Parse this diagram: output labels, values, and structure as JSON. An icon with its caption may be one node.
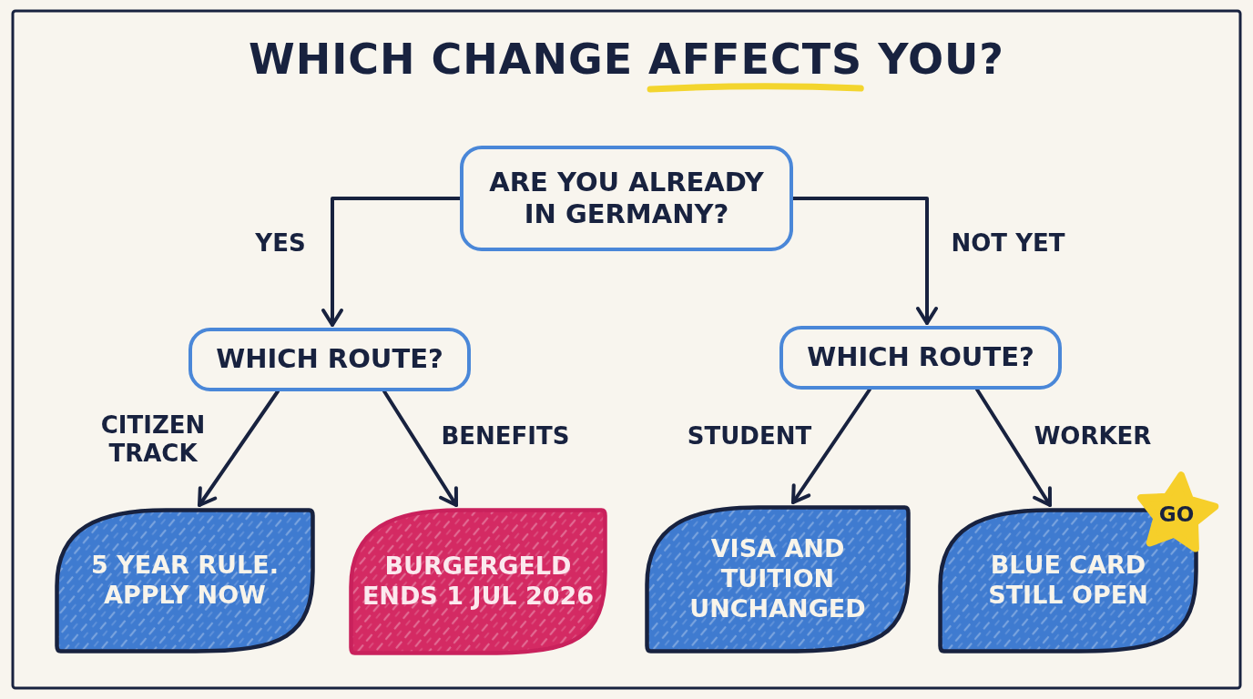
{
  "diagram": {
    "title": "WHICH CHANGE AFFECTS YOU?",
    "nodes": [
      {
        "text": [
          "ARE YOU ALREADY IN GERMANY?"
        ]
      },
      {
        "text": [
          "WHICH ROUTE?"
        ]
      },
      {
        "text": [
          "WHICH ROUTE?"
        ]
      },
      {
        "text": [
          "5 YEAR RULE. APPLY NOW"
        ]
      },
      {
        "text": [
          "BURGERGELD ENDS 1 JUL 2026"
        ]
      },
      {
        "text": [
          "VISA AND TUITION UNCHANGED"
        ]
      },
      {
        "text": [
          "BLUE CARD STILL OPEN"
        ]
      },
      {
        "text": [
          "GO"
        ]
      }
    ],
    "edges": [
      {
        "from": 0,
        "to": 1,
        "arrow": "to",
        "label": "YES"
      },
      {
        "from": 0,
        "to": 2,
        "arrow": "to",
        "label": "NOT YET"
      },
      {
        "from": 1,
        "to": 3,
        "arrow": "to",
        "label": "CITIZEN TRACK"
      },
      {
        "from": 1,
        "to": 4,
        "arrow": "to",
        "label": "BENEFITS"
      },
      {
        "from": 2,
        "to": 5,
        "arrow": "to",
        "label": "STUDENT"
      },
      {
        "from": 2,
        "to": 6,
        "arrow": "to",
        "label": "WORKER"
      }
    ]
  }
}
